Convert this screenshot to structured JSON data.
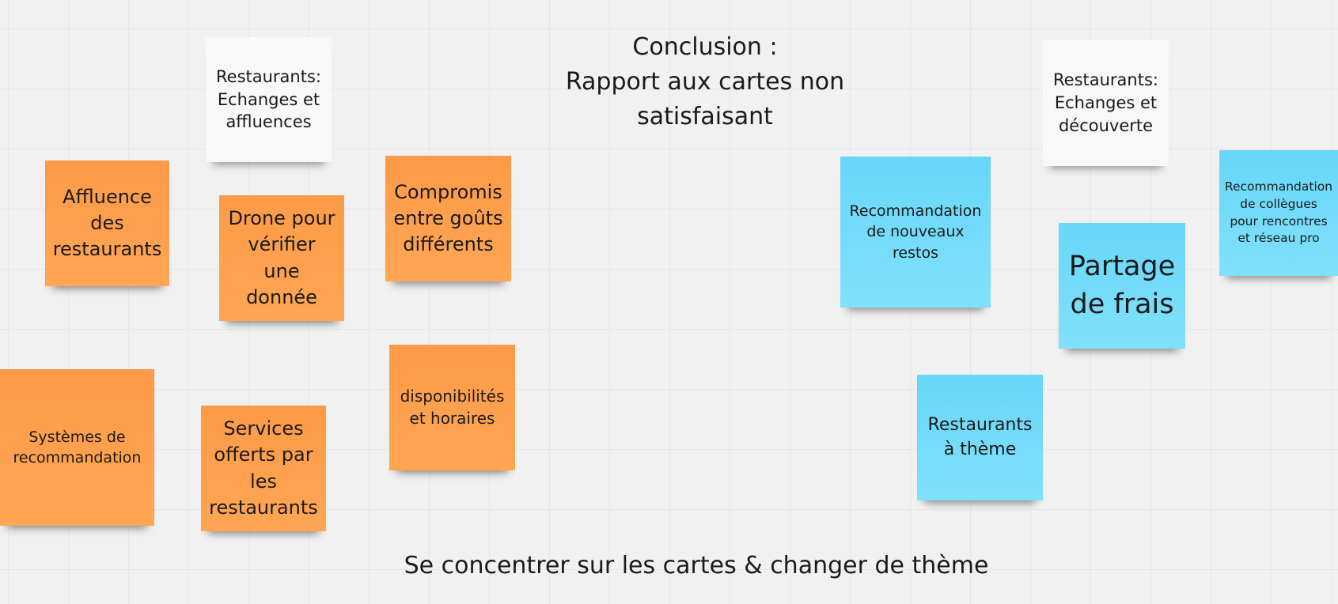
{
  "board": {
    "conclusion": {
      "line1": "Conclusion :",
      "line2": "Rapport aux cartes non",
      "line3": "satisfaisant"
    },
    "footer_text": "Se concentrer sur les cartes & changer de thème",
    "headers": {
      "left": "Restaurants: Echanges et affluences",
      "right": "Restaurants: Echanges et découverte"
    },
    "orange_notes": {
      "affluence": "Affluence des restaurants",
      "drone": "Drone pour vérifier une donnée",
      "compromis": "Compromis entre goûts différents",
      "systemes": "Systèmes de recommandation",
      "services": "Services offerts par les restaurants",
      "disponibilites": "disponibilités et horaires"
    },
    "blue_notes": {
      "nouveaux_restos": "Recommandation de nouveaux restos",
      "partage_frais": "Partage de frais",
      "collegues": "Recommandation de collègues pour rencontres et réseau pro",
      "theme": "Restaurants à thème"
    },
    "colors": {
      "background": "#f1f1f1",
      "orange_note": "#fd9a47",
      "blue_note": "#67d6f8",
      "white_note": "#f8f8f9",
      "text": "#1a1a1a"
    }
  }
}
